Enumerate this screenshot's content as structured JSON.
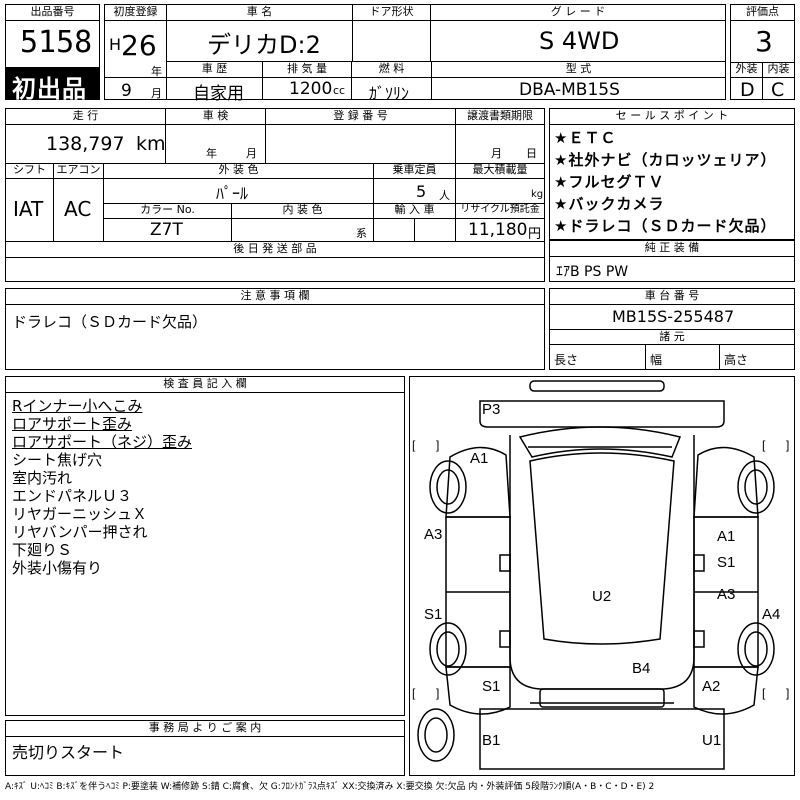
{
  "header": {
    "lot_label": "出品番号",
    "lot_number": "5158",
    "first_listing": "初出品",
    "first_reg_label": "初度登録",
    "era": "H",
    "year": "26",
    "year_unit": "年",
    "month": "9",
    "month_unit": "月",
    "car_name_label": "車 名",
    "car_name": "デリカD:2",
    "door_label": "ドア形状",
    "door_value": "",
    "grade_label": "グ レ ー ド",
    "grade": "S 4WD",
    "score_label": "評価点",
    "score": "3",
    "history_label": "車 歴",
    "history": "自家用",
    "displacement_label": "排 気 量",
    "displacement": "1200",
    "displacement_unit": "cc",
    "fuel_label": "燃 料",
    "fuel": "ｶﾞｿﾘﾝ",
    "model_label": "型 式",
    "model_code": "DBA-MB15S",
    "exterior_label": "外装",
    "exterior_grade": "D",
    "interior_label": "内装",
    "interior_grade": "C"
  },
  "specs": {
    "mileage_label": "走 行",
    "mileage": "138,797",
    "mileage_unit": "km",
    "inspection_label": "車 検",
    "insp_year_unit": "年",
    "insp_month_unit": "月",
    "plate_label": "登 録 番 号",
    "doc_deadline_label": "譲渡書類期限",
    "doc_month_unit": "月",
    "doc_day_unit": "日",
    "shift_label": "シフト",
    "shift": "IAT",
    "ac_label": "エアコン",
    "ac": "AC",
    "color_label": "外 装 色",
    "color": "ﾊﾟｰﾙ",
    "capacity_label": "乗車定員",
    "capacity": "5",
    "capacity_unit": "人",
    "load_label": "最大積載量",
    "load_unit": "kg",
    "color_no_label": "カラー No.",
    "color_no": "Z7T",
    "interior_color_label": "内 装 色",
    "interior_color_unit": "系",
    "import_label": "輸 入 車",
    "recycle_label": "リサイクル預託金",
    "recycle": "11,180",
    "recycle_unit": "円",
    "later_parts_label": "後 日 発 送 部 品"
  },
  "selling_points": {
    "label": "セ ー ル ス ポ イ ン ト",
    "items": [
      "★ＥＴＣ",
      "★社外ナビ（カロッツェリア）",
      "★フルセグＴＶ",
      "★バックカメラ",
      "★ドラレコ（ＳＤカード欠品）"
    ]
  },
  "equipment": {
    "label": "純 正 装 備",
    "value": "ｴｱB PS PW"
  },
  "notes": {
    "label": "注 意 事 項 欄",
    "text": "ドラレコ（ＳＤカード欠品）"
  },
  "chassis": {
    "label": "車 台 番 号",
    "number": "MB15S-255487",
    "dims_label": "諸 元",
    "length_label": "長さ",
    "width_label": "幅",
    "height_label": "高さ"
  },
  "inspector": {
    "label": "検 査 員 記 入 欄",
    "lines": [
      {
        "text": "Rインナー小へこみ",
        "underline": true
      },
      {
        "text": "ロアサポート歪み",
        "underline": true
      },
      {
        "text": "ロアサポート（ネジ）歪み",
        "underline": true
      },
      {
        "text": "シート焦げ穴",
        "underline": false
      },
      {
        "text": "室内汚れ",
        "underline": false
      },
      {
        "text": "エンドパネルＵ３",
        "underline": false
      },
      {
        "text": "リヤガーニッシュＸ",
        "underline": false
      },
      {
        "text": "リヤバンパー押され",
        "underline": false
      },
      {
        "text": "下廻りＳ",
        "underline": false
      },
      {
        "text": "外装小傷有り",
        "underline": false
      }
    ]
  },
  "office": {
    "label": "事 務 局 よ り ご 案 内",
    "text": "売切りスタート"
  },
  "diagram": {
    "marks": {
      "p3": "P3",
      "a1_front_left": "A1",
      "a1_right": "A1",
      "s1_right": "S1",
      "a3_left": "A3",
      "a3_right": "A3",
      "a4_right": "A4",
      "s1_left": "S1",
      "u2": "U2",
      "b4": "B4",
      "s1_rear_left": "S1",
      "a2_rear_right": "A2",
      "b1": "B1",
      "u1": "U1"
    }
  },
  "legend": "A:ｷｽﾞ U:ﾍｺﾐ B:ｷｽﾞを伴うﾍｺﾐ P:要塗装 W:補修跡 S:錆 C:腐食、欠 G:ﾌﾛﾝﾄｶﾞﾗｽ点ｷｽﾞ XX:交換済み X:要交換 欠:欠品 内・外装評価 5段階ﾗﾝｸ順(A・B・C・D・E) 2"
}
